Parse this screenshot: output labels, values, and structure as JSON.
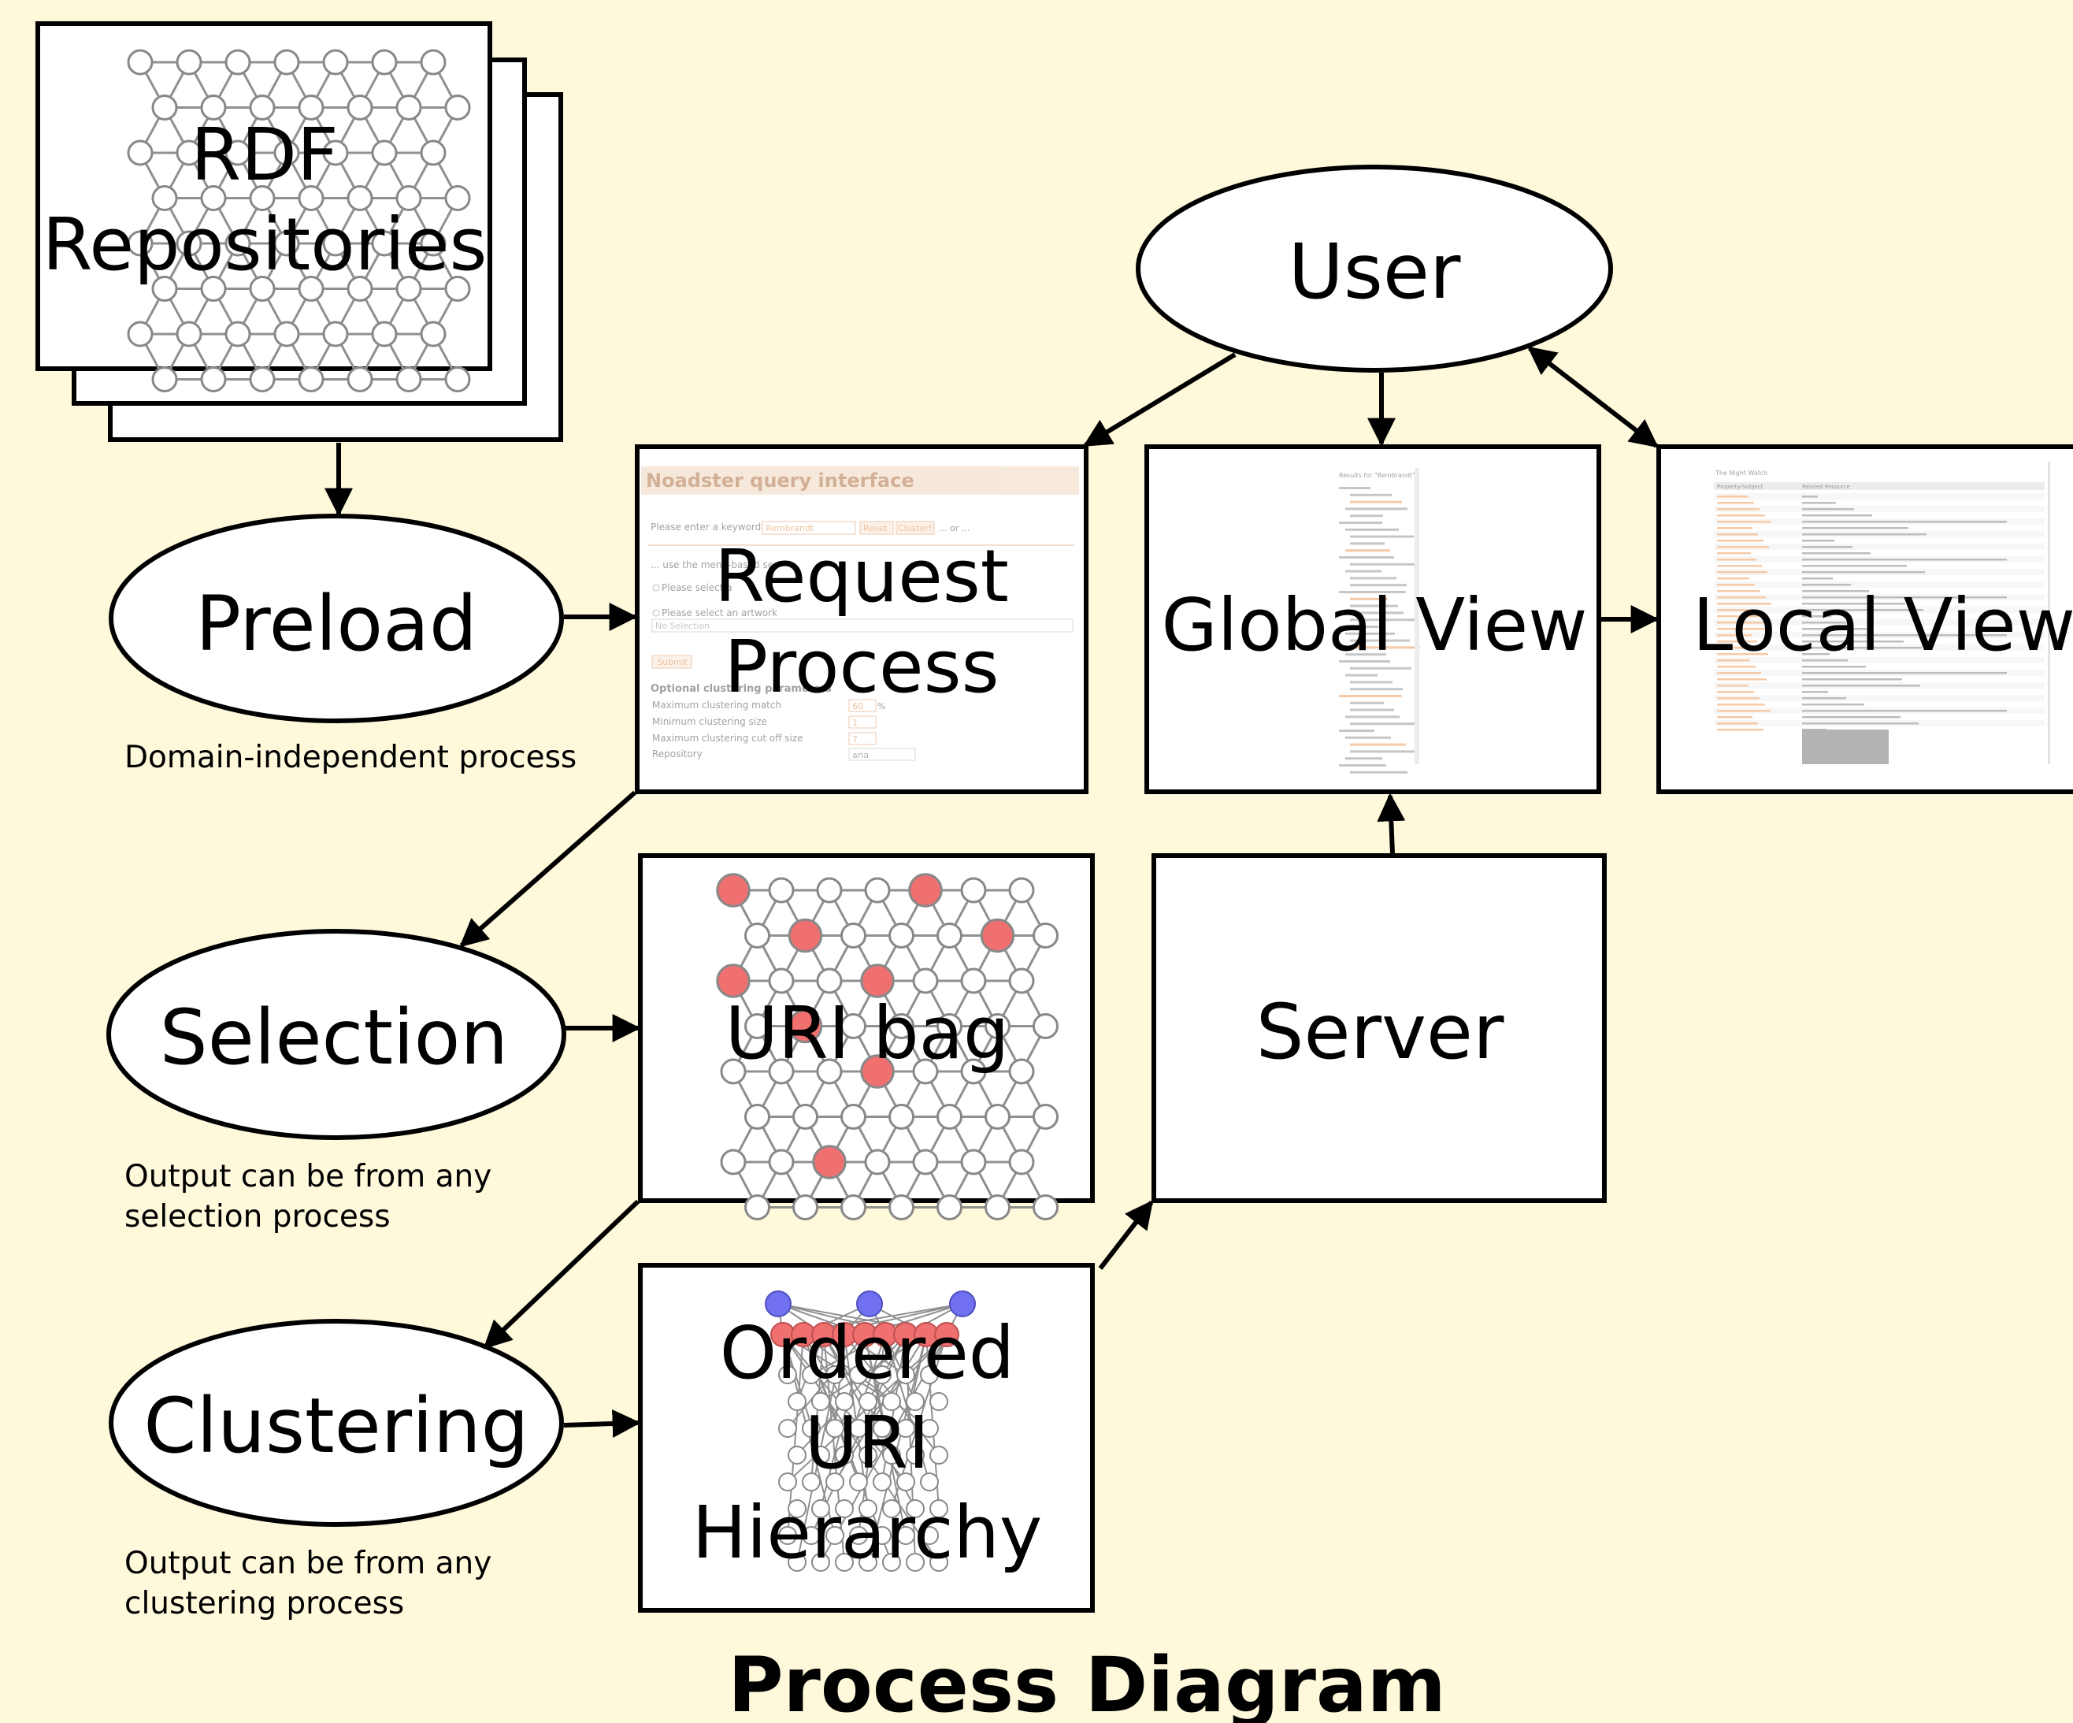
{
  "title": "Process Diagram",
  "nodes": {
    "rdf_line1": "RDF",
    "rdf_line2": "Repositories",
    "preload": "Preload",
    "request_line1": "Request",
    "request_line2": "Process",
    "user": "User",
    "global_view": "Global View",
    "local_view": "Local View",
    "selection": "Selection",
    "uri_bag": "URI bag",
    "server": "Server",
    "clustering": "Clustering",
    "ordered_line1": "Ordered",
    "ordered_line2": "URI",
    "ordered_line3": "Hierarchy"
  },
  "captions": {
    "preload": "Domain-independent process",
    "selection_line1": "Output can be from any",
    "selection_line2": "selection process",
    "clustering_line1": "Output can be from any",
    "clustering_line2": "clustering process"
  },
  "query_interface": {
    "header": "Noadster query interface",
    "keyword_label": "Please enter a keyword:",
    "keyword_value": "Rembrandt",
    "reset_label": "Reset",
    "cluster_label": "Cluster!",
    "or_text": "... or ...",
    "menu_text": "... use the menu-based se",
    "select_author": "Please select a",
    "select_artwork": "Please select an artwork",
    "no_selection": "No Selection",
    "submit_label": "Submit",
    "optional_label": "Optional clustering parameters",
    "max_match_label": "Maximum clustering match",
    "max_match_value": "60",
    "percent": "%",
    "min_size_label": "Minimum clustering size",
    "min_size_value": "1",
    "cutoff_label": "Maximum clustering cut off size",
    "cutoff_value": "7",
    "repository_label": "Repository",
    "repository_value": "aria"
  },
  "global_shot": {
    "header": "Results for \"Rembrandt\""
  },
  "local_shot": {
    "header": "The Night Watch",
    "col1": "Property/Subject",
    "col2": "Related Resource"
  },
  "colors": {
    "background": "#fff9dc",
    "highlight_node": "#f07070",
    "top_node": "#7070f0",
    "mesh_line": "#909090",
    "shot_accent": "#f0a060"
  }
}
